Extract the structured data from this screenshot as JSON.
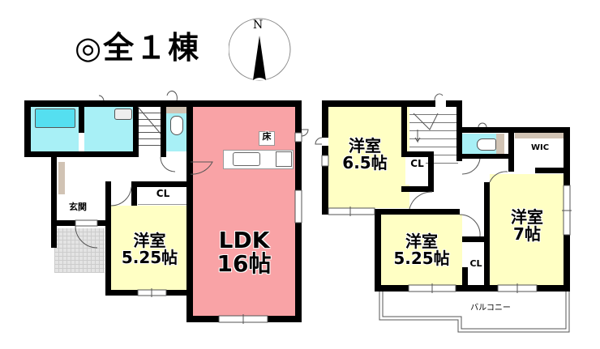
{
  "title": "◎全１棟",
  "compass": {
    "label": "N"
  },
  "colors": {
    "wall": "#000000",
    "ldk": "#f9a3a6",
    "bedroom": "#ffffc4",
    "water": "#a8f0f6",
    "tub": "#55dff0",
    "storage_shelf": "#d1c3b4",
    "entry_tile": "#e4e4e4"
  },
  "floor1": {
    "rooms": {
      "ldk": {
        "name": "LDK",
        "size": "16帖"
      },
      "bedroom": {
        "name": "洋室",
        "size": "5.25帖"
      },
      "closet": {
        "label": "CL"
      },
      "entrance": {
        "label": "玄関"
      },
      "floor_storage": {
        "label": "床"
      }
    }
  },
  "floor2": {
    "rooms": {
      "bedroom_a": {
        "name": "洋室",
        "size": "6.5帖"
      },
      "bedroom_b": {
        "name": "洋室",
        "size": "5.25帖"
      },
      "bedroom_c": {
        "name": "洋室",
        "size": "7帖"
      },
      "closet_a": {
        "label": "CL"
      },
      "closet_b": {
        "label": "CL"
      },
      "wic": {
        "label": "WIC"
      },
      "balcony": {
        "label": "バルコニー"
      }
    }
  }
}
